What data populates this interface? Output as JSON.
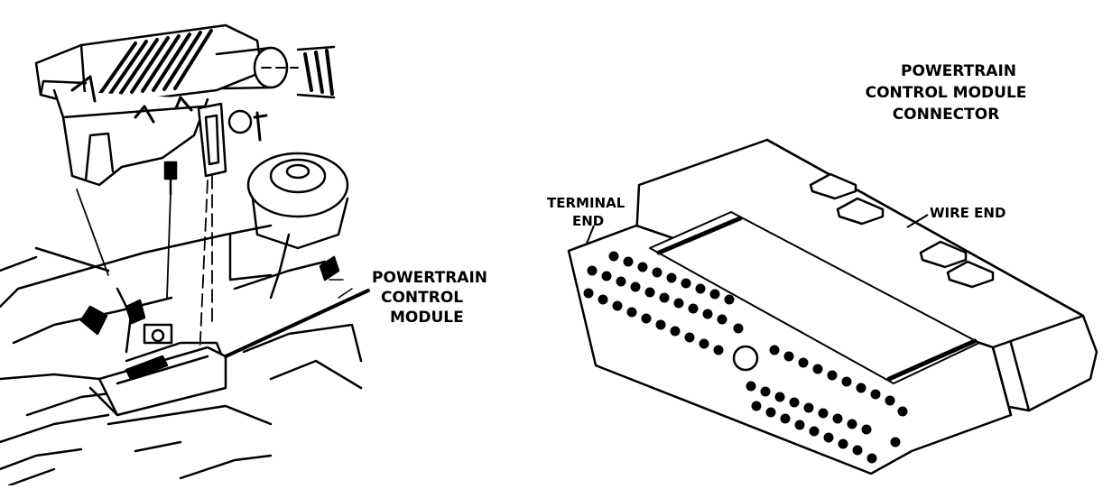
{
  "labels": {
    "module_line1": "POWERTRAIN",
    "module_line2": "CONTROL",
    "module_line3": "MODULE",
    "connector_line1": "POWERTRAIN",
    "connector_line2": "CONTROL MODULE",
    "connector_line3": "CONNECTOR",
    "terminal_line1": "TERMINAL",
    "terminal_line2": "END",
    "wire_end": "WIRE END"
  },
  "colors": {
    "ink": "#000000",
    "paper": "#ffffff"
  }
}
